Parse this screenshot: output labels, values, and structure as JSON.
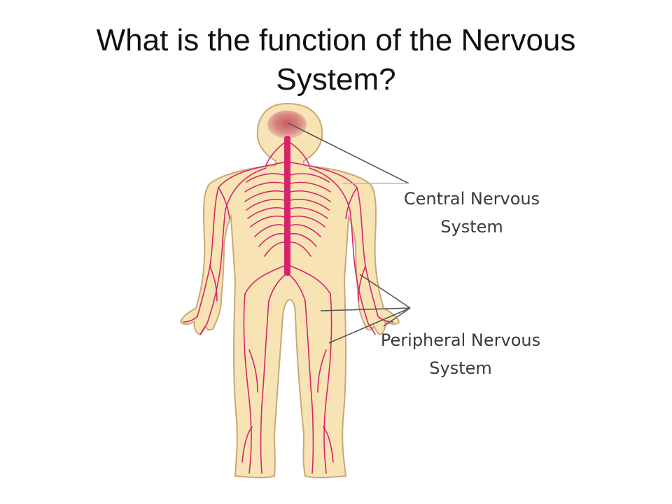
{
  "slide": {
    "title": "What is the function of the Nervous System?"
  },
  "diagram": {
    "cns_label": [
      "Central Nervous",
      "System"
    ],
    "pns_label": [
      "Peripheral Nervous",
      "System"
    ]
  },
  "colors": {
    "skin": "#f8e3b4",
    "skin_outline": "#c9a878",
    "nerve": "#d6246b",
    "leader": "#555555",
    "text": "#3a3a3a"
  }
}
